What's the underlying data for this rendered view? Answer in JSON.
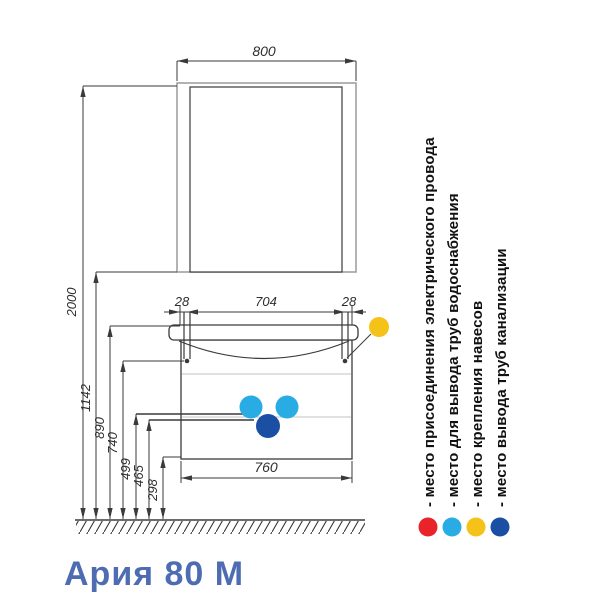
{
  "title": "Ария 80 М",
  "dimensions": {
    "mirror_width": "800",
    "heights": [
      "2000",
      "1142",
      "890",
      "740",
      "499",
      "465",
      "298"
    ],
    "cabinet_top": [
      "28",
      "704",
      "28"
    ],
    "cabinet_width": "760"
  },
  "legend": [
    {
      "icon": "red-dot",
      "color": "#E8242A",
      "label": "- место присоединения электрического провода"
    },
    {
      "icon": "cyan-dot",
      "color": "#29ACE3",
      "label": "- место для вывода труб водоснабжения"
    },
    {
      "icon": "yellow-dot",
      "color": "#F5C318",
      "label": "- место крепления навесов"
    },
    {
      "icon": "blue-dot",
      "color": "#1A4FA3",
      "label": "- место вывода труб канализации"
    }
  ],
  "colors": {
    "line_dark": "#3a3a3a",
    "line_gray": "#9a9a9a",
    "line_light": "#c3c3c3",
    "title": "#4E6CB2"
  }
}
